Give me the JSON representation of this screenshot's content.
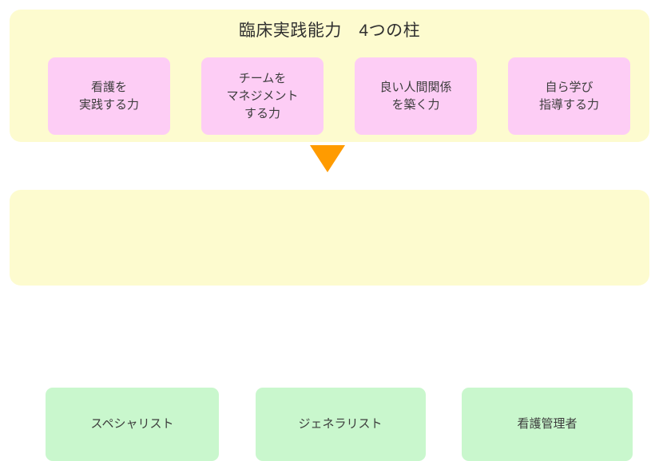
{
  "diagram": {
    "title": "臨床実践能力　4つの柱",
    "colors": {
      "panel_background": "#fdfbcf",
      "pillar_card": "#fdcdf5",
      "role_card": "#c9f7cd",
      "arrow": "#ff9b00",
      "text": "#3d3d3d",
      "page_background": "#ffffff"
    },
    "pillars": [
      {
        "label": "看護を\n実践する力"
      },
      {
        "label": "チームを\nマネジメント\nする力"
      },
      {
        "label": "良い人間関係\nを築く力"
      },
      {
        "label": "自ら学び\n指導する力"
      }
    ],
    "arrow": {
      "icon": "triangle-down-icon",
      "direction": "down"
    },
    "roles": [
      {
        "label": "スペシャリスト"
      },
      {
        "label": "ジェネラリスト"
      },
      {
        "label": "看護管理者"
      }
    ]
  }
}
